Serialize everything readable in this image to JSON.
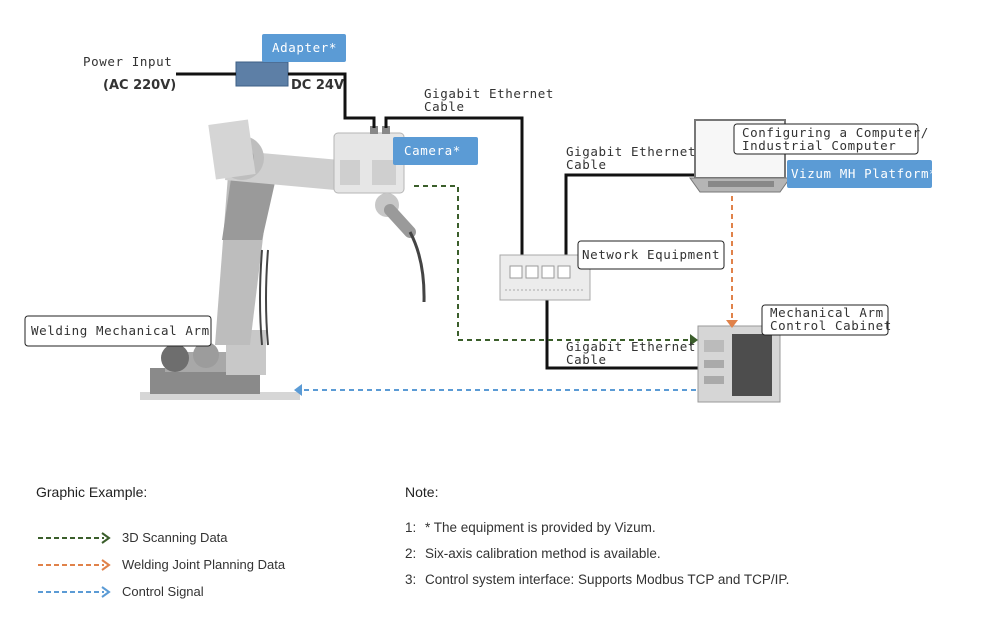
{
  "labels": {
    "power_input": "Power Input",
    "ac": "(AC 220V)",
    "dc": "DC 24V",
    "adapter": "Adapter*",
    "camera": "Camera*",
    "gig_top_1": "Gigabit Ethernet",
    "gig_top_2": "Cable",
    "gig_mid_1": "Gigabit Ethernet",
    "gig_mid_2": "Cable",
    "gig_bot_1": "Gigabit Ethernet",
    "gig_bot_2": "Cable",
    "computer_1": "Configuring a Computer/",
    "computer_2": "Industrial Computer",
    "platform": "Vizum MH Platform*",
    "network": "Network Equipment",
    "cabinet_1": "Mechanical Arm",
    "cabinet_2": "Control Cabinet",
    "welding_arm": "Welding Mechanical Arm"
  },
  "legend": {
    "title": "Graphic Example:",
    "items": [
      {
        "label": "3D Scanning Data",
        "color": "#3b5e2b"
      },
      {
        "label": "Welding Joint Planning Data",
        "color": "#e0824a"
      },
      {
        "label": "Control Signal",
        "color": "#5b9bd5"
      }
    ]
  },
  "notes": {
    "title": "Note:",
    "items": [
      {
        "num": "1:",
        "text": "* The equipment is provided by Vizum."
      },
      {
        "num": "2:",
        "text": "Six-axis calibration method is available."
      },
      {
        "num": "3:",
        "text": "Control system interface: Supports Modbus TCP and TCP/IP."
      }
    ]
  }
}
